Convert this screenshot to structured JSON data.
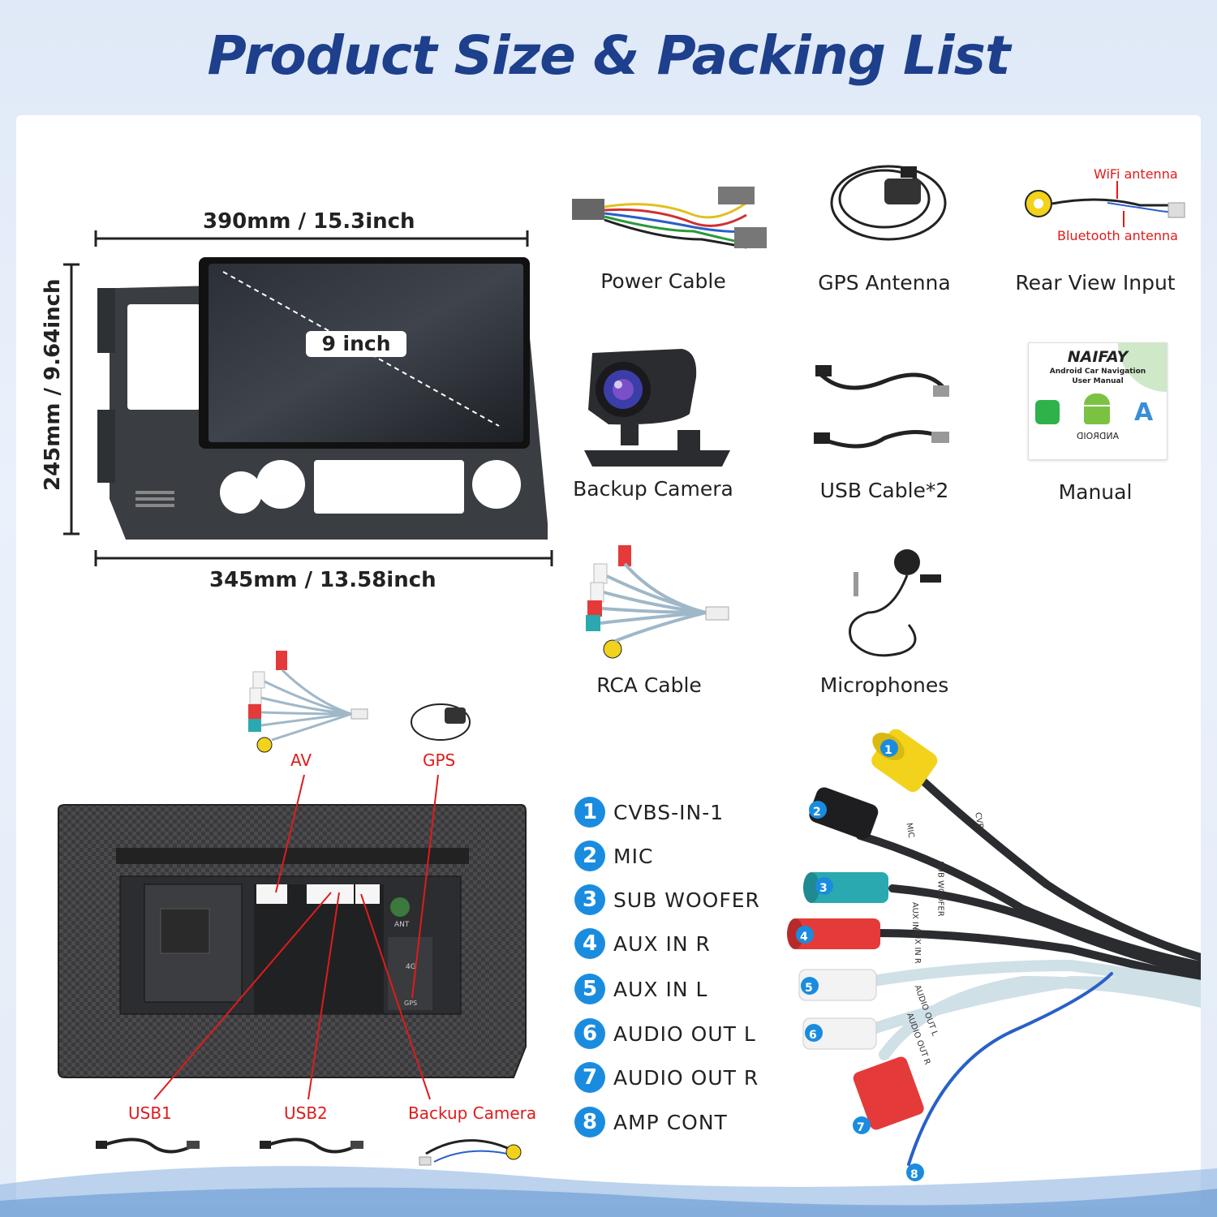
{
  "title": "Product Size & Packing List",
  "dimensions": {
    "top_width": "390mm / 15.3inch",
    "bottom_width": "345mm / 13.58inch",
    "height": "245mm / 9.64inch",
    "screen_size": "9 inch"
  },
  "packing_list": [
    {
      "label": "Power Cable",
      "icon": "power-cable-icon"
    },
    {
      "label": "GPS Antenna",
      "icon": "gps-antenna-icon"
    },
    {
      "label": "Rear View Input",
      "icon": "rear-view-input-icon"
    },
    {
      "label": "Backup Camera",
      "icon": "backup-camera-icon"
    },
    {
      "label": "USB Cable*2",
      "icon": "usb-cable-icon"
    },
    {
      "label": "Manual",
      "icon": "manual-icon"
    },
    {
      "label": "RCA Cable",
      "icon": "rca-cable-icon"
    },
    {
      "label": "Microphones",
      "icon": "microphone-icon"
    }
  ],
  "rear_view_input_callouts": {
    "wifi": "WiFi antenna",
    "bluetooth": "Bluetooth antenna"
  },
  "manual_cover": {
    "brand": "NAIFAY",
    "subtitle": "Android Car Navigation",
    "subtitle2": "User Manual",
    "os": "ANDROID"
  },
  "back_panel_ports": {
    "av": "AV",
    "gps": "GPS",
    "usb1": "USB1",
    "usb2": "USB2",
    "backup_camera": "Backup Camera",
    "ant": "ANT",
    "fourg": "4G",
    "gps_port": "GPS"
  },
  "rca_legend": [
    {
      "num": "1",
      "label": "CVBS-IN-1"
    },
    {
      "num": "2",
      "label": "MIC"
    },
    {
      "num": "3",
      "label": "SUB WOOFER"
    },
    {
      "num": "4",
      "label": "AUX IN R"
    },
    {
      "num": "5",
      "label": "AUX IN L"
    },
    {
      "num": "6",
      "label": "AUDIO OUT L"
    },
    {
      "num": "7",
      "label": "AUDIO OUT R"
    },
    {
      "num": "8",
      "label": "AMP CONT"
    }
  ],
  "rca_tags": {
    "cvb": "CVB",
    "mic": "MIC",
    "sub": "SUB WOOFER",
    "auxl": "AUX IN L",
    "auxr": "AUX IN R",
    "audiol": "AUDIO OUT L",
    "audior": "AUDIO OUT R"
  },
  "colors": {
    "title": "#1d3f8c",
    "callout": "#e01b1b",
    "badge": "#1a8ce0",
    "yellow": "#f2d21b",
    "teal": "#2aa9b0",
    "red": "#e43a3a",
    "white": "#f3f3f3"
  }
}
